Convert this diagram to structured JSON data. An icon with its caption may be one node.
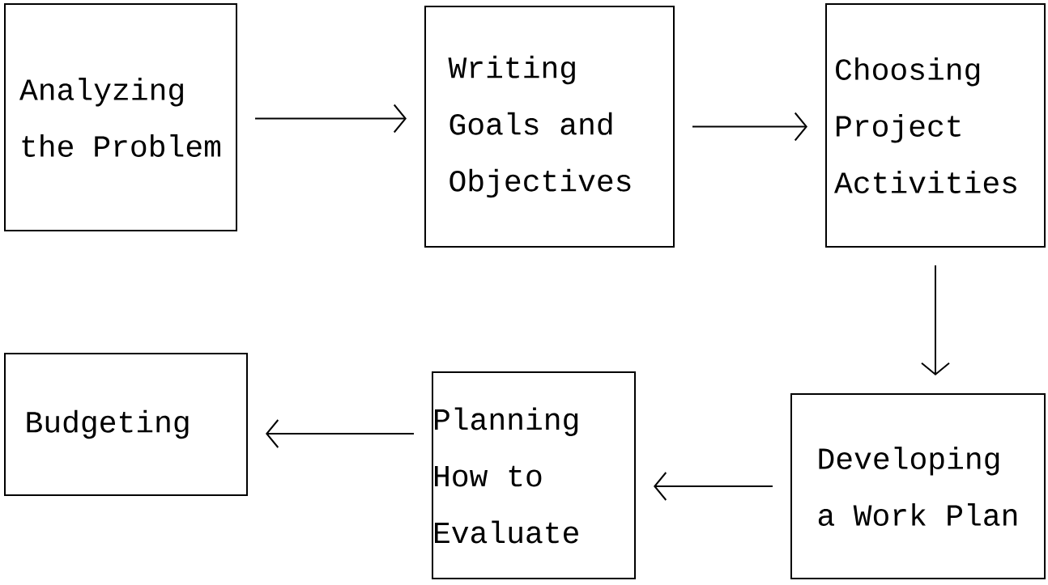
{
  "diagram": {
    "nodes": [
      {
        "text": [
          "Analyzing the Problem"
        ]
      },
      {
        "text": [
          "Writing Goals and Objectives"
        ]
      },
      {
        "text": [
          "Choosing Project Activities"
        ]
      },
      {
        "text": [
          "Developing a Work Plan"
        ]
      },
      {
        "text": [
          "Planning How to Evaluate"
        ]
      },
      {
        "text": [
          "Budgeting"
        ]
      }
    ],
    "edges": [
      {
        "from": 0,
        "to": 1,
        "arrow": "to"
      },
      {
        "from": 1,
        "to": 2,
        "arrow": "to"
      },
      {
        "from": 2,
        "to": 3,
        "arrow": "to"
      },
      {
        "from": 3,
        "to": 4,
        "arrow": "to"
      },
      {
        "from": 4,
        "to": 5,
        "arrow": "to"
      }
    ]
  }
}
